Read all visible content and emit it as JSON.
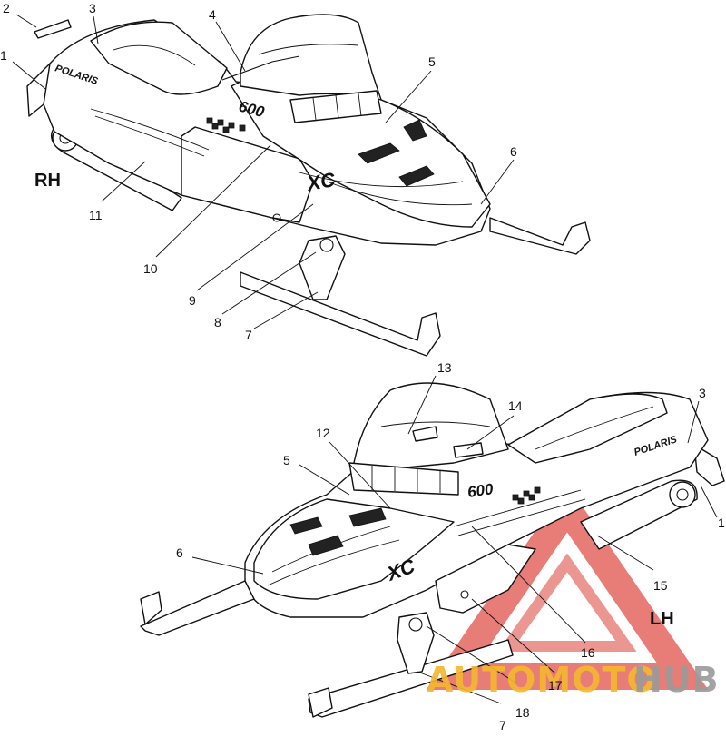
{
  "views": {
    "right": {
      "label": "RH"
    },
    "left": {
      "label": "LH"
    }
  },
  "callouts": {
    "rh": [
      "1",
      "2",
      "3",
      "4",
      "5",
      "6",
      "7",
      "8",
      "9",
      "10",
      "11"
    ],
    "lh": [
      "1",
      "3",
      "5",
      "6",
      "7",
      "12",
      "13",
      "14",
      "15",
      "16",
      "17",
      "18"
    ]
  },
  "decals": {
    "brand": "POLARIS",
    "model_number": "600",
    "model_code": "XC"
  },
  "watermark": {
    "part1": "AUTOMOTO",
    "part2": "HUB",
    "color1": "#f5b82e",
    "color2": "#9a9a9a",
    "triangle_color": "#e0504a"
  }
}
